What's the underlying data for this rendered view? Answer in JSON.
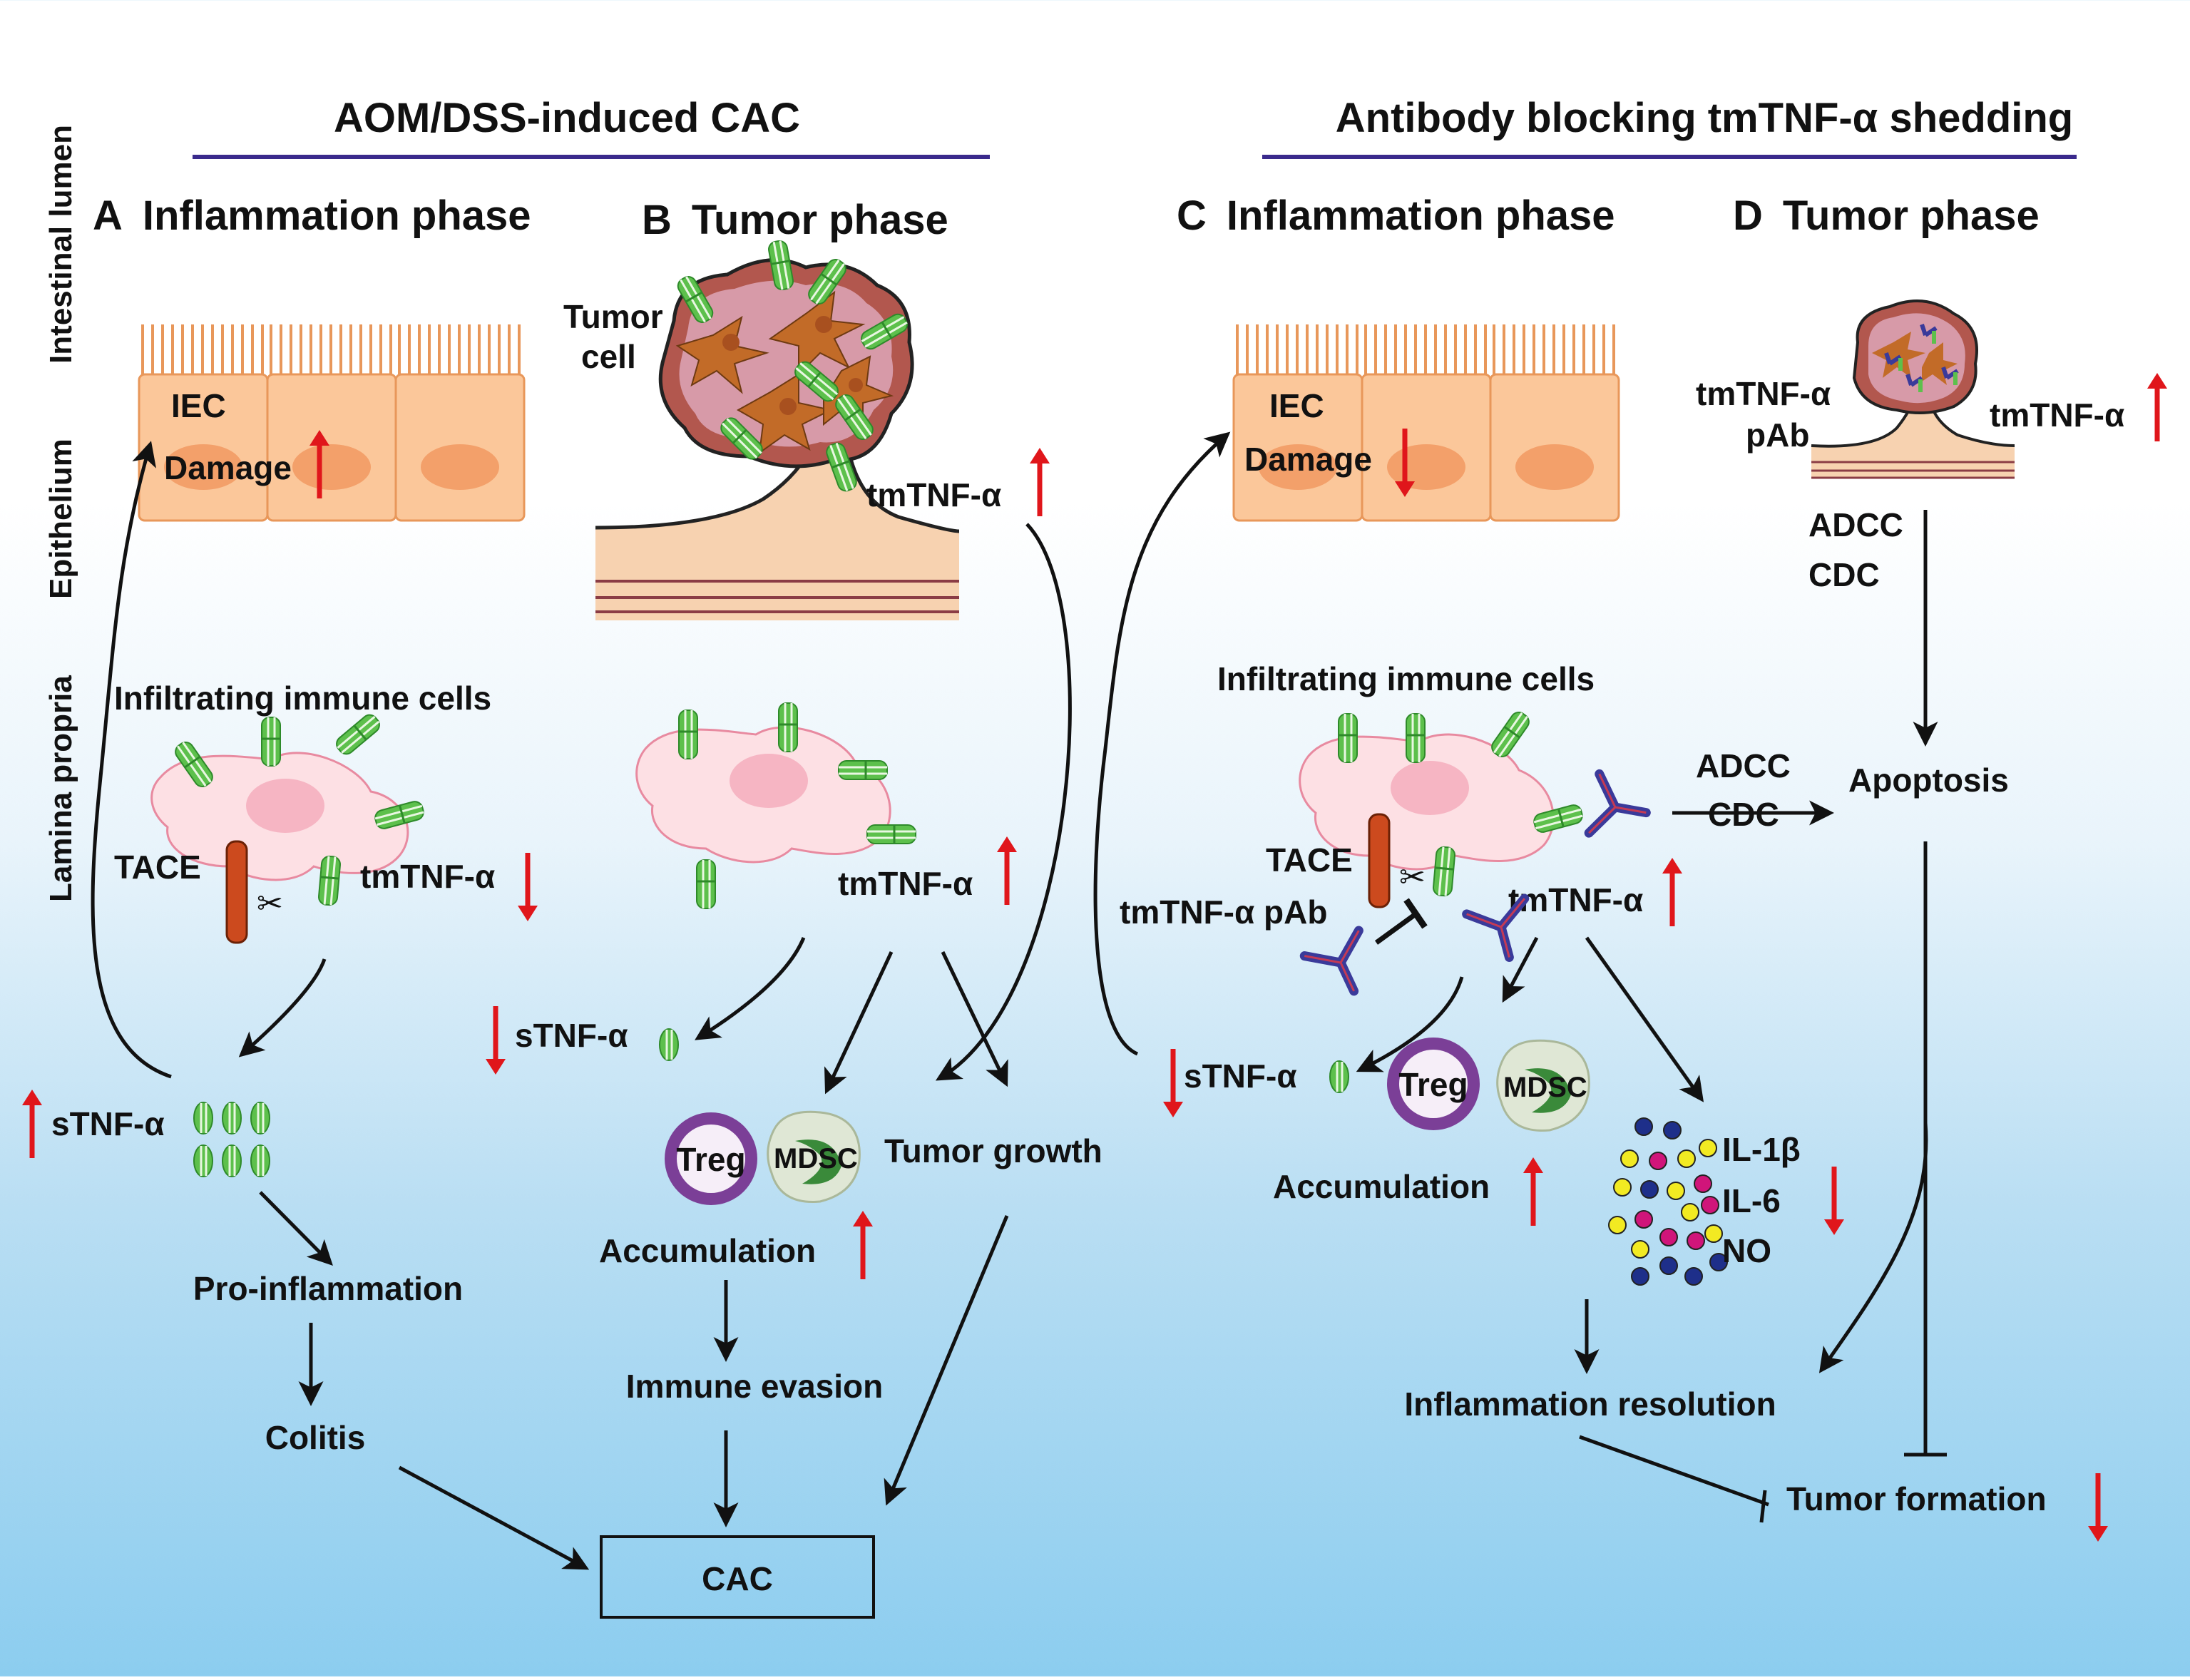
{
  "side_labels": {
    "lumen": "Intestinal lumen",
    "epithelium": "Epithelium",
    "lamina": "Lamina propria"
  },
  "headers": {
    "left": "AOM/DSS-induced CAC",
    "right": "Antibody blocking tmTNF-α shedding"
  },
  "panels": {
    "a": {
      "letter": "A",
      "title": "Inflammation phase"
    },
    "b": {
      "letter": "B",
      "title": "Tumor phase"
    },
    "c": {
      "letter": "C",
      "title": "Inflammation phase"
    },
    "d": {
      "letter": "D",
      "title": "Tumor phase"
    }
  },
  "panel_a": {
    "iec": "IEC",
    "damage": "Damage",
    "infiltrating": "Infiltrating immune cells",
    "tace": "TACE",
    "tmtnf": "tmTNF-α",
    "stnf": "sTNF-α",
    "pro_inflammation": "Pro-inflammation",
    "colitis": "Colitis"
  },
  "panel_b": {
    "tumor_cell": "Tumor\ncell",
    "tumor_cell_1": "Tumor",
    "tumor_cell_2": "cell",
    "tmtnf_tumor": "tmTNF-α",
    "tmtnf_immune": "tmTNF-α",
    "stnf": "sTNF-α",
    "treg": "Treg",
    "mdsc": "MDSC",
    "tumor_growth": "Tumor growth",
    "accumulation": "Accumulation",
    "immune_evasion": "Immune evasion",
    "cac": "CAC"
  },
  "panel_c": {
    "iec": "IEC",
    "damage": "Damage",
    "infiltrating": "Infiltrating immune cells",
    "tace": "TACE",
    "pab": "tmTNF-α pAb",
    "tmtnf": "tmTNF-α",
    "adcc": "ADCC",
    "cdc": "CDC",
    "apoptosis": "Apoptosis",
    "stnf": "sTNF-α",
    "treg": "Treg",
    "mdsc": "MDSC",
    "accumulation": "Accumulation",
    "il1b": "IL-1β",
    "il6": "IL-6",
    "no": "NO",
    "inflammation_resolution": "Inflammation resolution",
    "tumor_formation": "Tumor formation"
  },
  "panel_d": {
    "pab_1": "tmTNF-α",
    "pab_2": "pAb",
    "tmtnf": "tmTNF-α",
    "adcc": "ADCC",
    "cdc": "CDC"
  },
  "colors": {
    "header_line": "#3a2a8c",
    "up_down_arrow": "#e0161b",
    "epithelium": "#fbc79a",
    "immune_cell": "#fde0e4",
    "tumor": "#d79aa8",
    "receptor": "#5dc04c",
    "tace": "#cc4a1e",
    "antibody": "#3a3a9a",
    "treg": "#7b3f97"
  }
}
